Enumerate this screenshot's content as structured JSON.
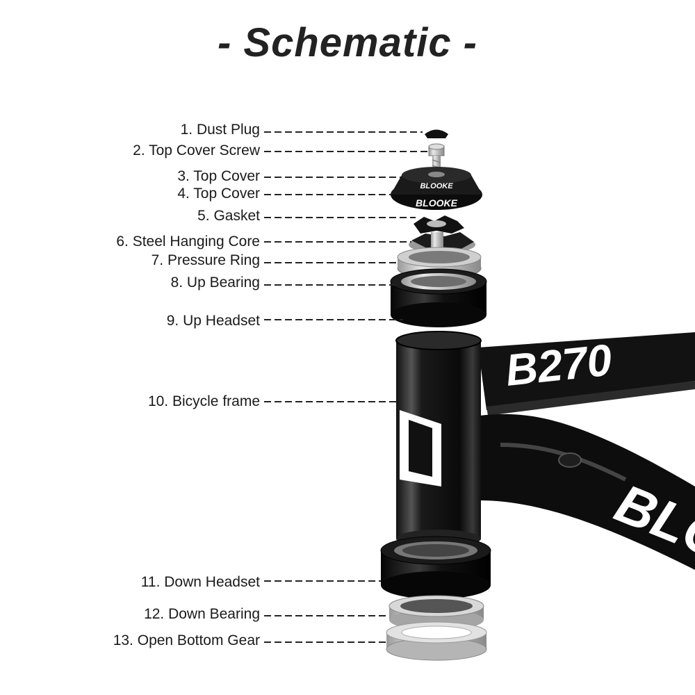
{
  "title": "- Schematic -",
  "brand_text": "BLOOKE",
  "frame_decal": "B270",
  "parts": [
    {
      "label": "1. Dust Plug"
    },
    {
      "label": "2. Top Cover Screw"
    },
    {
      "label": "3. Top Cover"
    },
    {
      "label": "4. Top Cover"
    },
    {
      "label": "5. Gasket"
    },
    {
      "label": "6. Steel Hanging Core"
    },
    {
      "label": "7. Pressure Ring"
    },
    {
      "label": "8. Up Bearing"
    },
    {
      "label": "9. Up Headset"
    },
    {
      "label": "10. Bicycle frame"
    },
    {
      "label": "11. Down Headset"
    },
    {
      "label": "12. Down Bearing"
    },
    {
      "label": "13. Open Bottom Gear"
    }
  ]
}
